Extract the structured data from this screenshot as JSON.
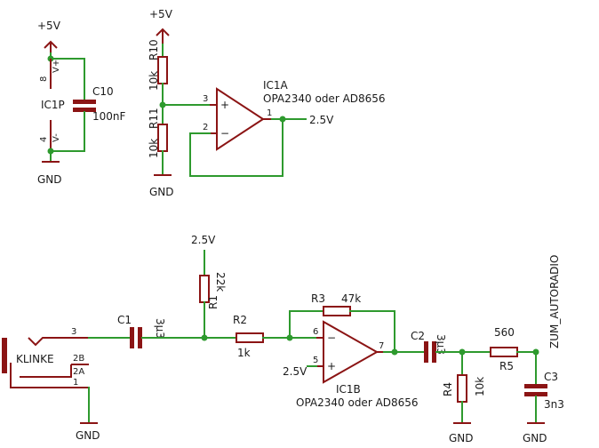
{
  "power_block": {
    "vcc_label": "+5V",
    "gnd_label": "GND",
    "pin_top": "8",
    "pin_top_name": "V+",
    "pin_bottom": "4",
    "pin_bottom_name": "V-",
    "ic_label": "IC1P",
    "cap_name": "C10",
    "cap_value": "100nF"
  },
  "reference_block": {
    "vcc_label": "+5V",
    "gnd_label": "GND",
    "r10_name": "R10",
    "r10_value": "10k",
    "r11_name": "R11",
    "r11_value": "10k",
    "opamp_name": "IC1A",
    "opamp_part": "OPA2340 oder AD8656",
    "pin_plus": "3",
    "pin_minus": "2",
    "pin_out": "1",
    "out_label": "2.5V"
  },
  "signal_block": {
    "jack_name": "KLINKE",
    "jack_pin3": "3",
    "jack_pin2b": "2B",
    "jack_pin2a": "2A",
    "jack_pin1": "1",
    "c1_name": "C1",
    "c1_value": "3µ3",
    "bias_label": "2.5V",
    "r1_name": "R1",
    "r1_value": "22k",
    "r2_name": "R2",
    "r2_value": "1k",
    "r3_name": "R3",
    "r3_value": "47k",
    "opamp_name": "IC1B",
    "opamp_part": "OPA2340 oder AD8656",
    "pin_minus": "6",
    "pin_plus": "5",
    "pin_out": "7",
    "plus_label": "2.5V",
    "c2_name": "C2",
    "c2_value": "3µ3",
    "r4_name": "R4",
    "r4_value": "10k",
    "r5_name": "R5",
    "r5_value": "560",
    "c3_name": "C3",
    "c3_value": "3n3",
    "output_label": "ZUM_AUTORADIO",
    "gnd_jack": "GND",
    "gnd_r4": "GND",
    "gnd_c3": "GND"
  }
}
